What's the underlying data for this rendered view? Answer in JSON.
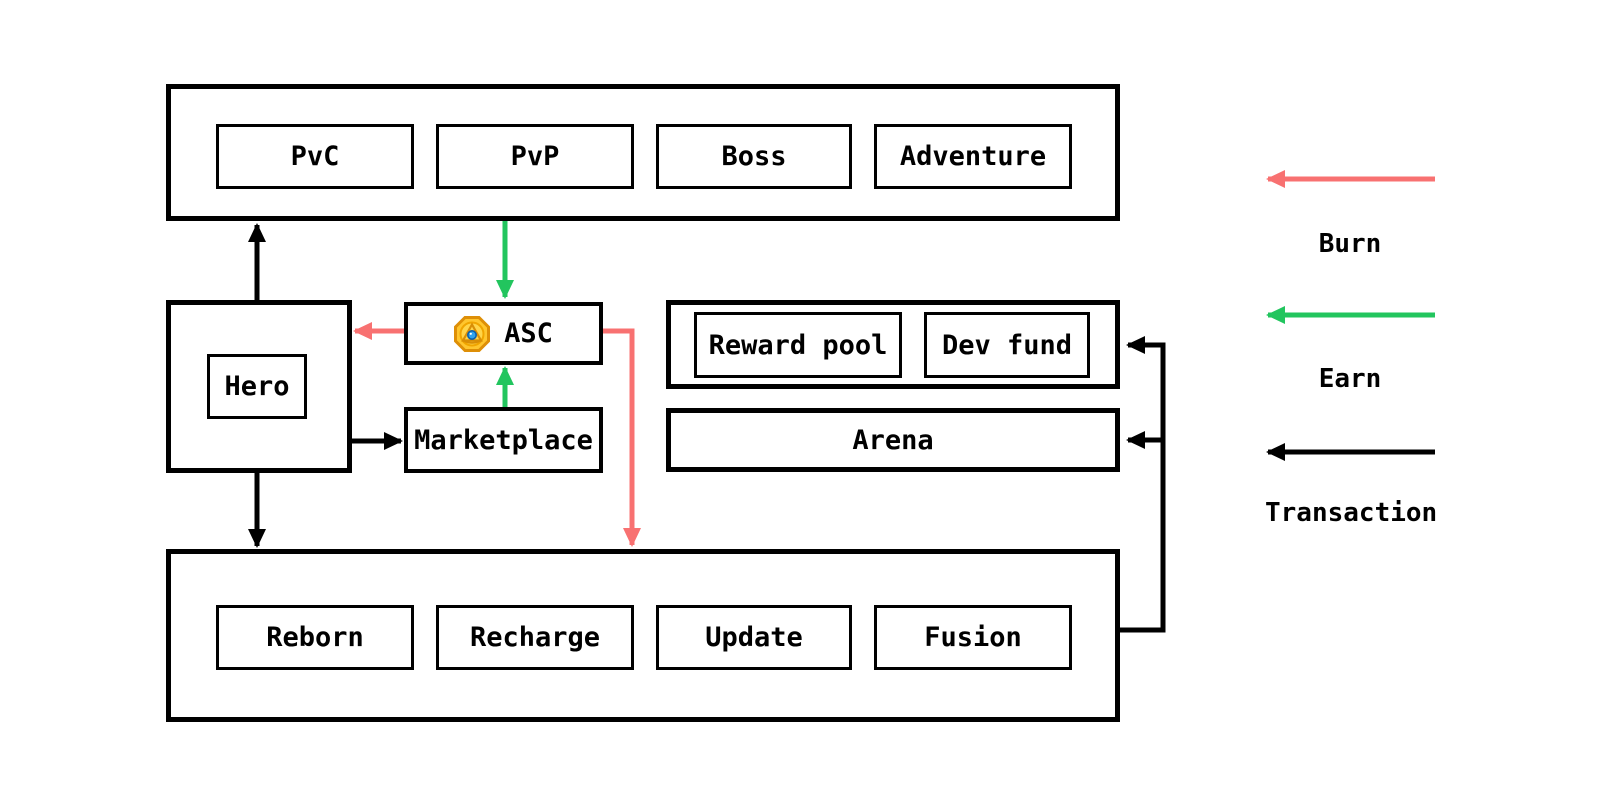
{
  "diagram": {
    "top_group": {
      "boxes": [
        {
          "label": "PvC"
        },
        {
          "label": "PvP"
        },
        {
          "label": "Boss"
        },
        {
          "label": "Adventure"
        }
      ]
    },
    "hero_group": {
      "label": "Hero"
    },
    "token": {
      "label": "ASC",
      "icon": "asc-coin-icon"
    },
    "marketplace": {
      "label": "Marketplace"
    },
    "treasury_group": {
      "boxes": [
        {
          "label": "Reward pool"
        },
        {
          "label": "Dev fund"
        }
      ]
    },
    "arena": {
      "label": "Arena"
    },
    "bottom_group": {
      "boxes": [
        {
          "label": "Reborn"
        },
        {
          "label": "Recharge"
        },
        {
          "label": "Update"
        },
        {
          "label": "Fusion"
        }
      ]
    }
  },
  "legend": {
    "items": [
      {
        "label": "Burn",
        "color": "#F87171"
      },
      {
        "label": "Earn",
        "color": "#22C55E"
      },
      {
        "label": "Transaction",
        "color": "#000000"
      }
    ]
  },
  "colors": {
    "burn": "#F87171",
    "earn": "#22C55E",
    "transaction": "#000000",
    "background": "#FFFFFF",
    "coin_gold": "#FFC62E"
  }
}
